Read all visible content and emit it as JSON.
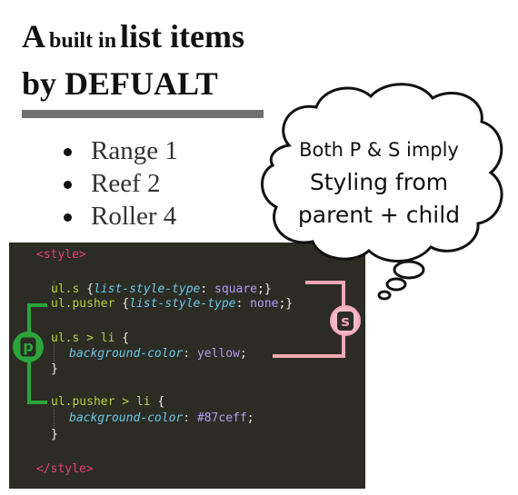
{
  "heading": {
    "word_a": "A",
    "phrase_built_in": "built in",
    "phrase_list_items": "list items",
    "line2": "by DEFUALT"
  },
  "bullet_items": [
    "Range 1",
    "Reef 2",
    "Roller 4"
  ],
  "thought_bubble": {
    "line1": "Both P & S imply",
    "line2": "Styling from",
    "line3": "parent + child"
  },
  "code": {
    "open_tag": "<style>",
    "close_tag": "</style>",
    "selector_s": "ul.s",
    "selector_pusher": "ul.pusher",
    "selector_s_li": "ul.s > li",
    "selector_pusher_li": "ul.pusher > li",
    "prop_list_style": "list-style-type",
    "prop_bg": "background-color",
    "val_square": "square",
    "val_none": "none",
    "val_yellow": "yellow",
    "val_blue": "#87ceff",
    "brace_open": "{",
    "brace_close": "}",
    "colon": ":",
    "semicolon_brace": ";}",
    "semicolon": ";"
  },
  "markers": {
    "p_label": "p",
    "s_label": "s",
    "p_color": "#2aa53a",
    "s_color": "#f3a6b4"
  },
  "colors": {
    "editor_bg": "#2c2c25",
    "tag": "#e3416e",
    "selector": "#b3d23a",
    "property": "#67c9e8",
    "value": "#b89af5"
  }
}
